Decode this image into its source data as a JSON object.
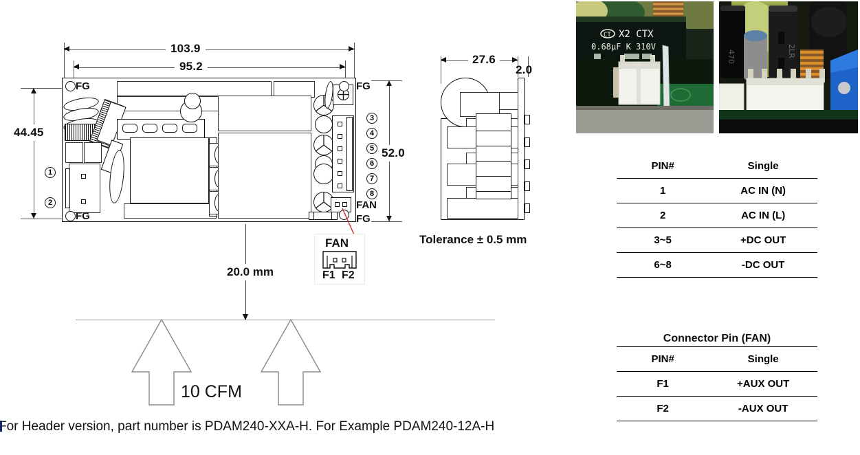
{
  "drawing": {
    "top_dims": [
      {
        "value": "103.9"
      },
      {
        "value": "95.2"
      }
    ],
    "left_dim": "44.45",
    "right_dim": "52.0",
    "side_dims": [
      {
        "value": "27.6"
      },
      {
        "value": "2.0"
      }
    ],
    "tolerance": "Tolerance ± 0.5 mm",
    "clearance": "20.0 mm",
    "airflow": "10 CFM",
    "labels": {
      "fg": "FG",
      "fan": "FAN",
      "fan_pin1": "F1",
      "fan_pin2": "F2"
    },
    "pin_bubbles_left": [
      "1",
      "2"
    ],
    "pin_bubbles_right": [
      "3",
      "4",
      "5",
      "6",
      "7",
      "8"
    ]
  },
  "photos": [
    {
      "name": "pcb-photo-ac-input",
      "caption_lines": [
        "CT",
        "X2 CTX",
        "0.68µF K 310V"
      ]
    },
    {
      "name": "pcb-photo-dc-output",
      "caption_lines": []
    }
  ],
  "table_main": {
    "headers": [
      "PIN#",
      "Single"
    ],
    "rows": [
      [
        "1",
        "AC IN (N)"
      ],
      [
        "2",
        "AC IN (L)"
      ],
      [
        "3~5",
        "+DC OUT"
      ],
      [
        "6~8",
        "-DC OUT"
      ]
    ]
  },
  "table_fan": {
    "title": "Connector Pin (FAN)",
    "headers": [
      "PIN#",
      "Single"
    ],
    "rows": [
      [
        "F1",
        "+AUX OUT"
      ],
      [
        "F2",
        "-AUX OUT"
      ]
    ]
  },
  "footnote": "For Header version, part number is PDAM240-XXA-H. For Example PDAM240-12A-H",
  "colors": {
    "line": "#111111",
    "dim": "#555555",
    "accent_red": "#cc2222"
  }
}
